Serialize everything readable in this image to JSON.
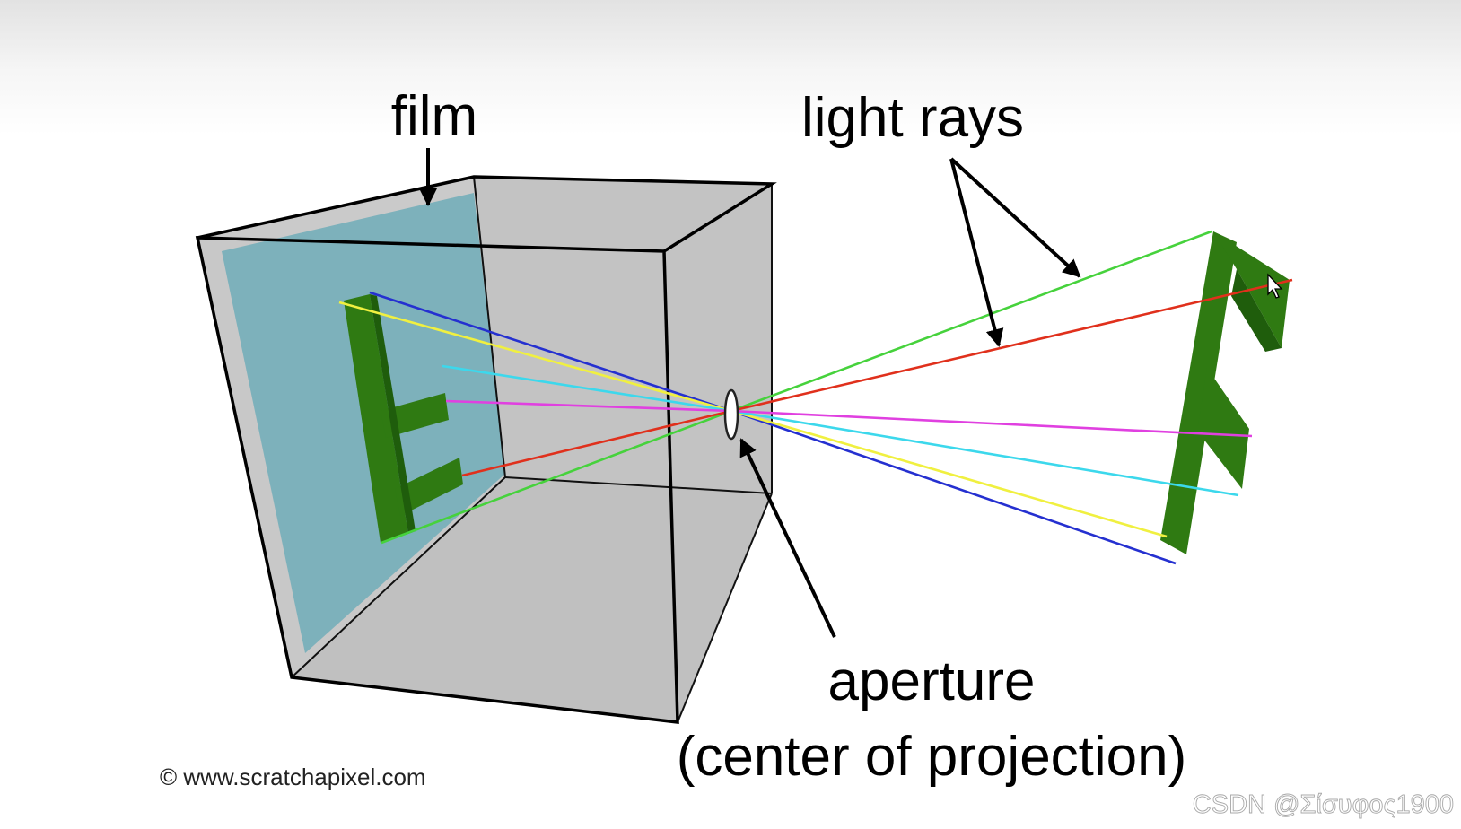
{
  "labels": {
    "film": "film",
    "light_rays": "light rays",
    "aperture": "aperture",
    "center_of_projection": "(center of projection)"
  },
  "credit": "© www.scratchapixel.com",
  "watermark": "CSDN @Σίσυφος1900",
  "colors": {
    "film_plane": "#7db1bb",
    "box_face": "#c8c8c8",
    "letter": "#2f7a12",
    "letter_dark": "#1f5d0c",
    "ray_green": "#46d23c",
    "ray_red": "#e0301c",
    "ray_blue": "#2530d0",
    "ray_yellow": "#f0f040",
    "ray_cyan": "#3cd8ec",
    "ray_magenta": "#e040e0"
  },
  "icons": {
    "cursor": "mouse-pointer-icon"
  }
}
